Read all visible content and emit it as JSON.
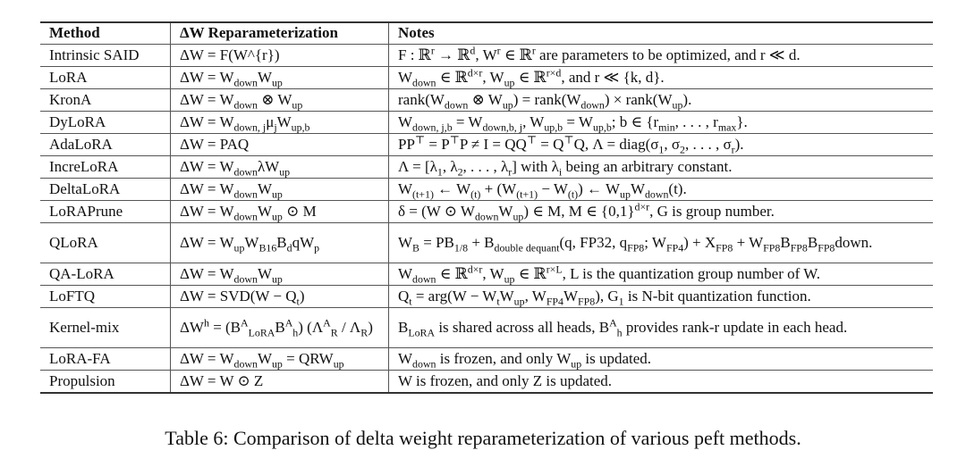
{
  "table": {
    "headers": {
      "method": "Method",
      "reparam": "ΔW Reparameterization",
      "notes": "Notes"
    },
    "rows": [
      {
        "method": "Intrinsic SAID",
        "reparam": "ΔW = F(W^{r})",
        "notes": "F : ℝ^{r} → ℝ^{d}, W^{r} ∈ ℝ^{r} are parameters to be optimized, and r ≪ d."
      },
      {
        "method": "LoRA",
        "reparam": "ΔW = W_{down}W_{up}",
        "notes": "W_{down} ∈ ℝ^{d×r}, W_{up} ∈ ℝ^{r×d}, and r ≪ {k, d}."
      },
      {
        "method": "KronA",
        "reparam": "ΔW = W_{down} ⊗ W_{up}",
        "notes": "rank(W_{down} ⊗ W_{up}) = rank(W_{down}) × rank(W_{up})."
      },
      {
        "method": "DyLoRA",
        "reparam": "ΔW = W_{down, j}μ_{j}W_{up,b}",
        "notes": "W_{down, j,b} = W_{down,b, j}, W_{up,b} = W_{up,b}; b ∈ {r_{min}, . . . , r_{max}}."
      },
      {
        "method": "AdaLoRA",
        "reparam": "ΔW = PAQ",
        "notes": "PP^{⊤} = P^{⊤}P ≠ I = QQ^{⊤} = Q^{⊤}Q, Λ = diag(σ_{1}, σ_{2}, . . . , σ_{r})."
      },
      {
        "method": "IncreLoRA",
        "reparam": "ΔW = W_{down}λW_{up}",
        "notes": "Λ = [λ_{1}, λ_{2}, . . . , λ_{r}] with λ_{i} being an arbitrary constant."
      },
      {
        "method": "DeltaLoRA",
        "reparam": "ΔW = W_{down}W_{up}",
        "notes": "W_{(t+1)} ← W_{(t)} + (W_{(t+1)} − W_{(t)}) ← W_{up}W_{down}(t)."
      },
      {
        "method": "LoRAPrune",
        "reparam": "ΔW = W_{down}W_{up} ⊙ M",
        "notes": "δ = (W ⊙ W_{down}W_{up}) ∈ M, M ∈ {0,1}^{d×r}, G is group number."
      },
      {
        "method": "QLoRA",
        "reparam": "ΔW = W_{up}W_{B16}B_{d}qW_{p}",
        "notes": "W_{B} = PB_{1/8} + B_{double dequant}(q, FP32, q_{FP8}; W_{FP4}) + X_{FP8} + W_{FP8}B_{FP8}B_{FP8}down."
      },
      {
        "method": "QA-LoRA",
        "reparam": "ΔW = W_{down}W_{up}",
        "notes": "W_{down} ∈ ℝ^{d×r}, W_{up} ∈ ℝ^{r×L}, L is the quantization group number of W."
      },
      {
        "method": "LoFTQ",
        "reparam": "ΔW = SVD(W − Q_{t})",
        "notes": "Q_{t} = arg(W − W_{t}W_{up}, W_{FP4}W_{FP8}), G_{1} is N-bit quantization function."
      },
      {
        "method": "Kernel-mix",
        "reparam": "ΔW^{h} = (B^{A}_{LoRA}B^{A}_{h}) (Λ^{A}_{R} / Λ_{R})",
        "notes": "B_{LoRA} is shared across all heads, B^{A}_{h} provides rank-r update in each head."
      },
      {
        "method": "LoRA-FA",
        "reparam": "ΔW = W_{down}W_{up} = QRW_{up}",
        "notes": "W_{down} is frozen, and only W_{up} is updated."
      },
      {
        "method": "Propulsion",
        "reparam": "ΔW = W ⊙ Z",
        "notes": "W is frozen, and only Z is updated."
      }
    ]
  },
  "caption": "Table 6: Comparison of delta weight reparameterization of various peft methods."
}
